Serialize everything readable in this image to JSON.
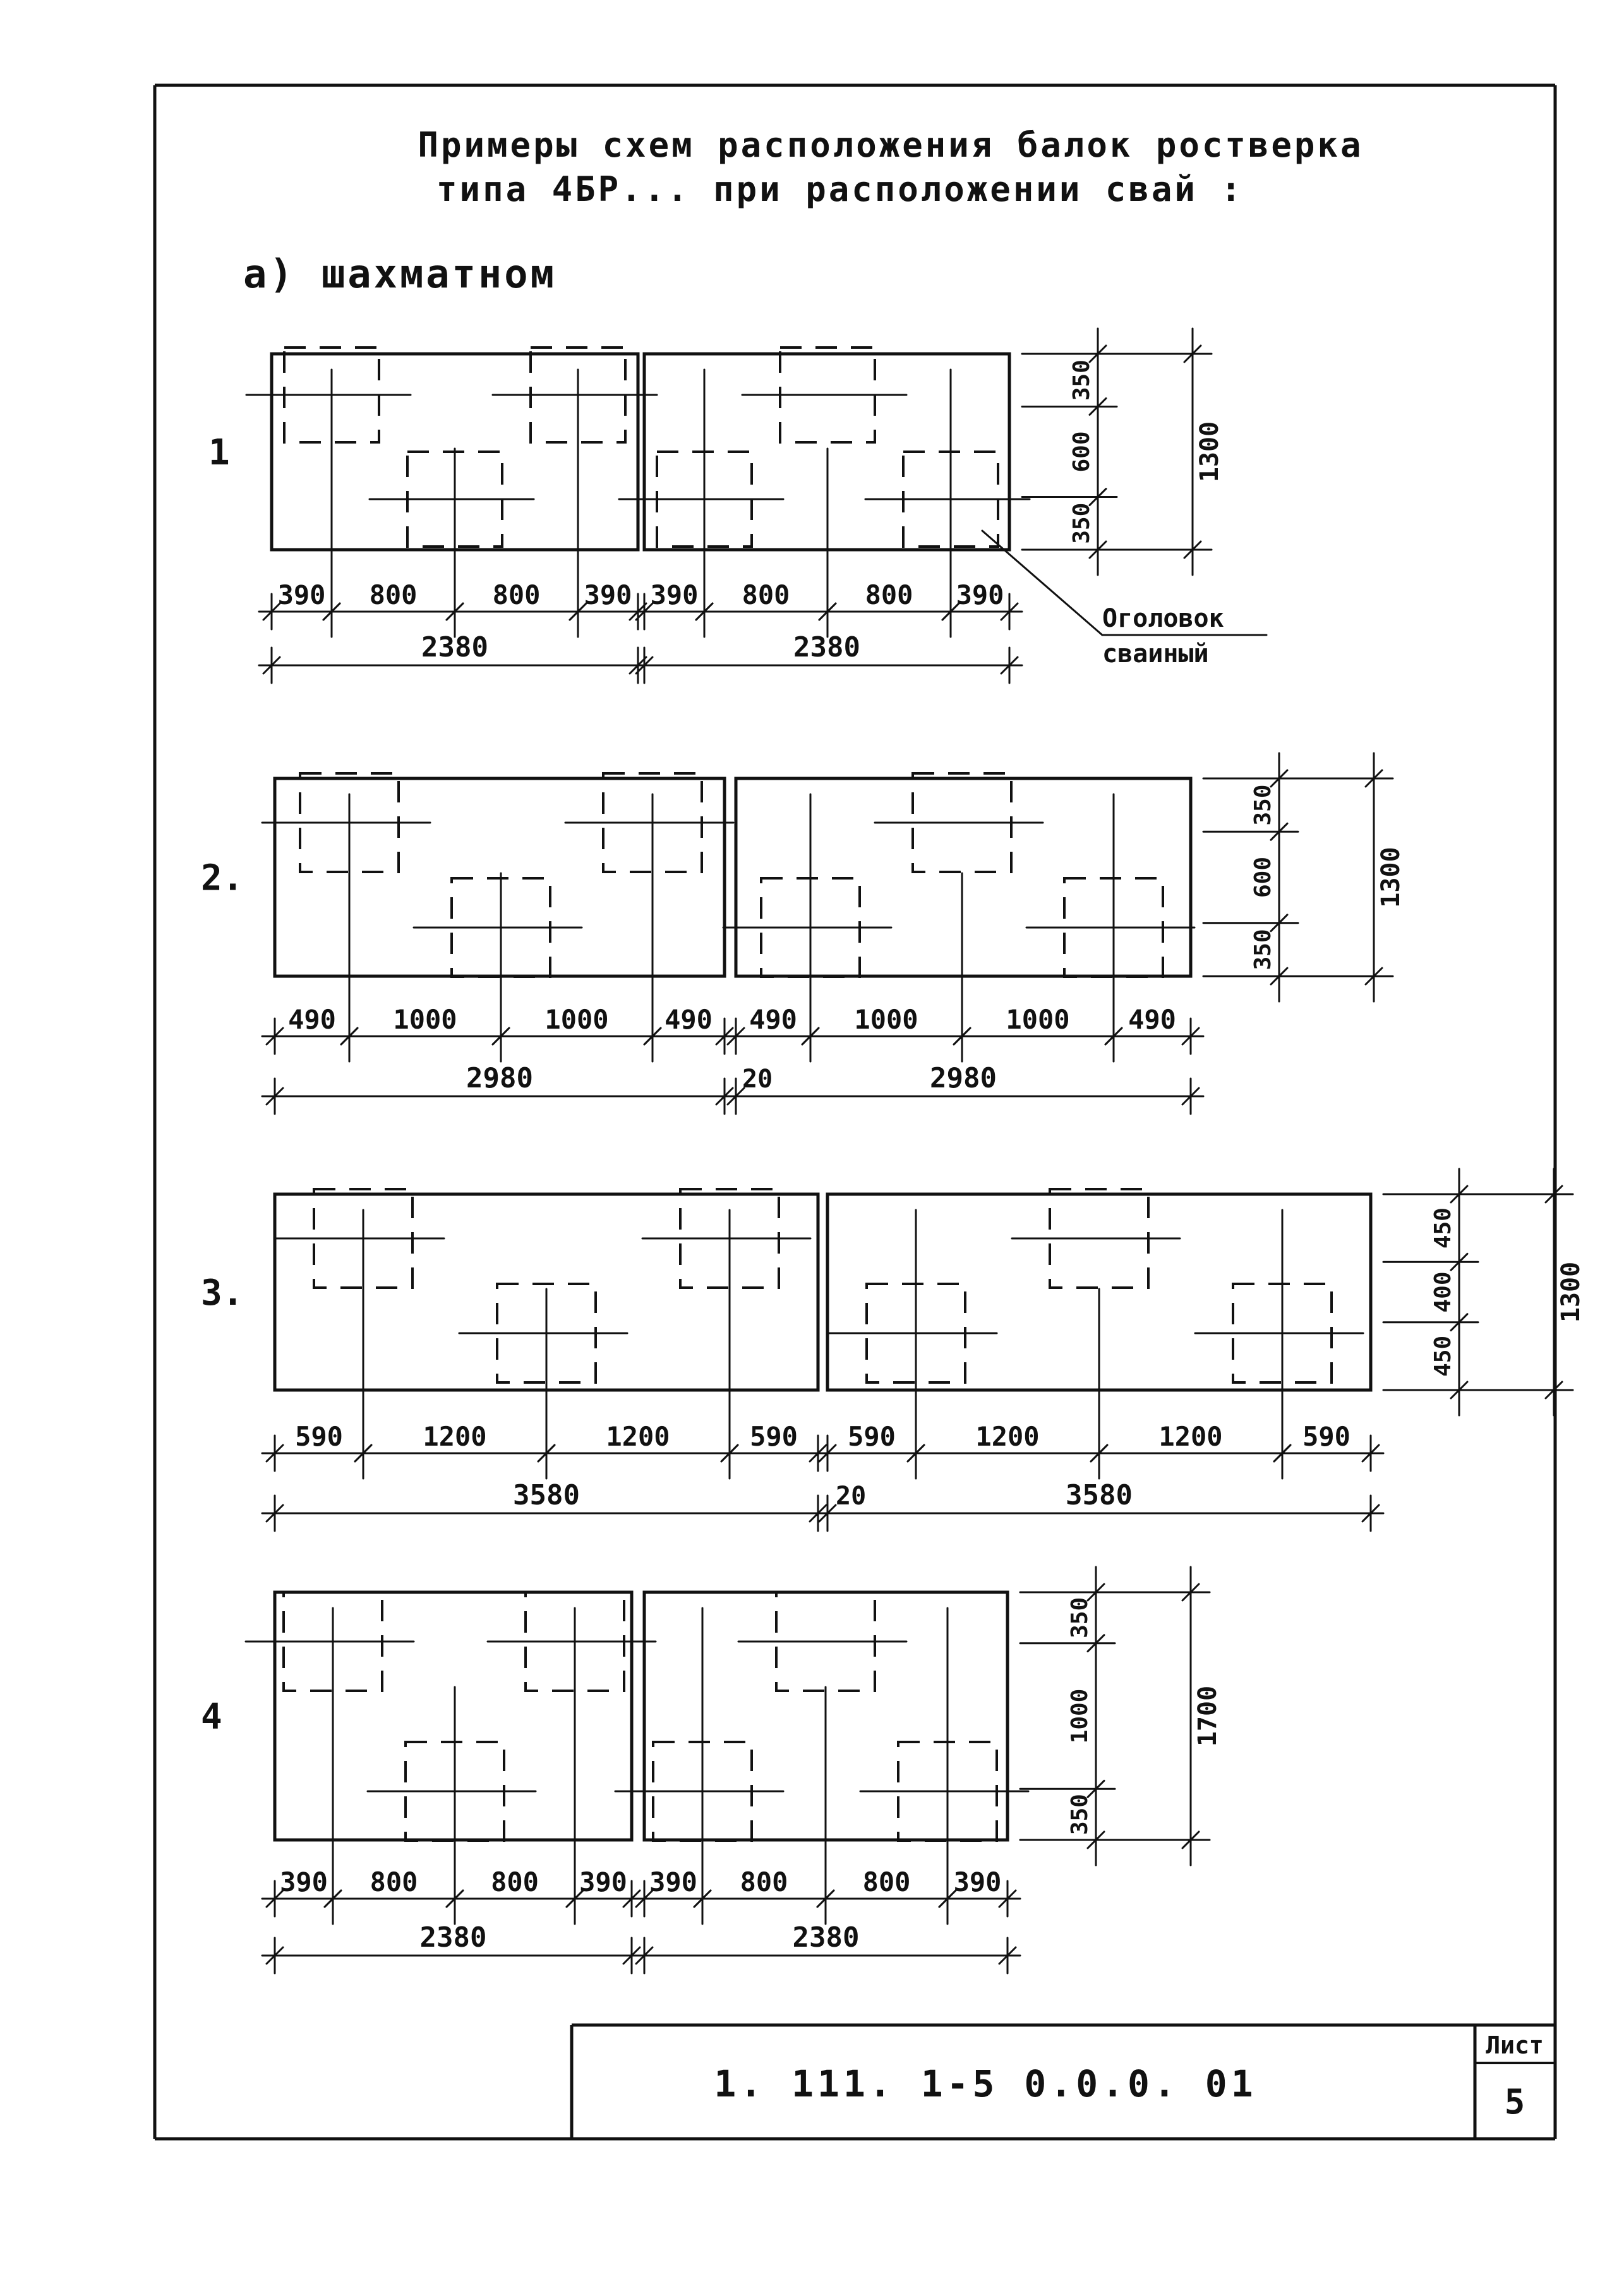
{
  "title": {
    "line1": "Примеры схем расположения балок ростверка",
    "line2": "типа 4БР... при расположении свай :"
  },
  "section": "а) шахматном",
  "callout": {
    "line1": "Оголовок",
    "line2": "сваиный"
  },
  "schemes": [
    {
      "label": "1",
      "seg_a": [
        "390",
        "800",
        "800",
        "390"
      ],
      "seg_b": [
        "390",
        "800",
        "800",
        "390"
      ],
      "total_a": "2380",
      "total_b": "2380",
      "vert": [
        "350",
        "600",
        "350"
      ],
      "vert_total": "1300"
    },
    {
      "label": "2.",
      "seg_a": [
        "490",
        "1000",
        "1000",
        "490"
      ],
      "seg_b": [
        "490",
        "1000",
        "1000",
        "490"
      ],
      "total_a": "2980",
      "gap": "20",
      "total_b": "2980",
      "vert": [
        "350",
        "600",
        "350"
      ],
      "vert_total": "1300"
    },
    {
      "label": "3.",
      "seg_a": [
        "590",
        "1200",
        "1200",
        "590"
      ],
      "seg_b": [
        "590",
        "1200",
        "1200",
        "590"
      ],
      "total_a": "3580",
      "gap": "20",
      "total_b": "3580",
      "vert": [
        "450",
        "400",
        "450"
      ],
      "vert_total": "1300"
    },
    {
      "label": "4",
      "seg_a": [
        "390",
        "800",
        "800",
        "390"
      ],
      "seg_b": [
        "390",
        "800",
        "800",
        "390"
      ],
      "total_a": "2380",
      "total_b": "2380",
      "vert": [
        "350",
        "1000",
        "350"
      ],
      "vert_total": "1700"
    }
  ],
  "stamp": {
    "code": "1. 111. 1-5 0.0.0. 01",
    "sheet_label": "Лист",
    "sheet_no": "5"
  }
}
